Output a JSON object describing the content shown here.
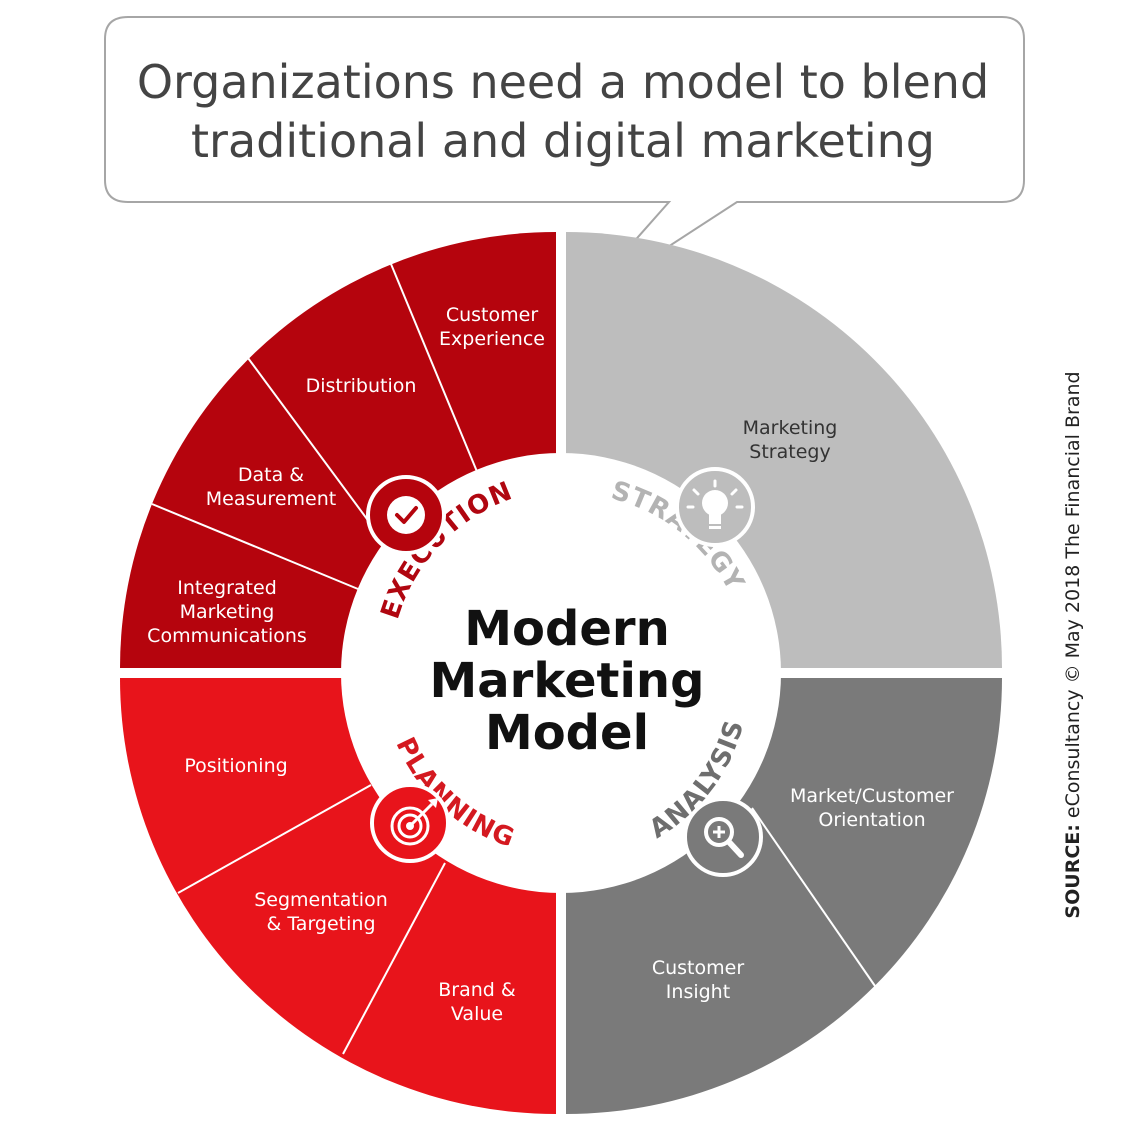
{
  "headline": {
    "line1": "Organizations need a model to blend",
    "line2": "traditional and digital marketing"
  },
  "center": {
    "line1": "Modern",
    "line2": "Marketing",
    "line3": "Model"
  },
  "quadrants": {
    "strategy": {
      "label": "STRATEGY",
      "icon": "lightbulb-icon",
      "color": "#bdbdbd",
      "label_color": "#b3b3b3",
      "items": [
        [
          "Marketing",
          "Strategy"
        ]
      ]
    },
    "analysis": {
      "label": "ANALYSIS",
      "icon": "magnifier-plus-icon",
      "color": "#7a7a7a",
      "label_color": "#6e6e6e",
      "items": [
        [
          "Market/Customer",
          "Orientation"
        ],
        [
          "Customer",
          "Insight"
        ]
      ]
    },
    "planning": {
      "label": "PLANNING",
      "icon": "target-arrow-icon",
      "color": "#e8141b",
      "label_color": "#d41920",
      "items": [
        [
          "Brand &",
          "Value"
        ],
        [
          "Segmentation",
          "& Targeting"
        ],
        [
          "Positioning"
        ]
      ]
    },
    "execution": {
      "label": "EXECUTION",
      "icon": "badge-check-icon",
      "color": "#b5040d",
      "label_color": "#b00610",
      "items": [
        [
          "Integrated",
          "Marketing",
          "Communications"
        ],
        [
          "Data &",
          "Measurement"
        ],
        [
          "Distribution"
        ],
        [
          "Customer",
          "Experience"
        ]
      ]
    }
  },
  "source": {
    "prefix": "SOURCE:",
    "text": "eConsultancy © May 2018 The Financial Brand"
  }
}
